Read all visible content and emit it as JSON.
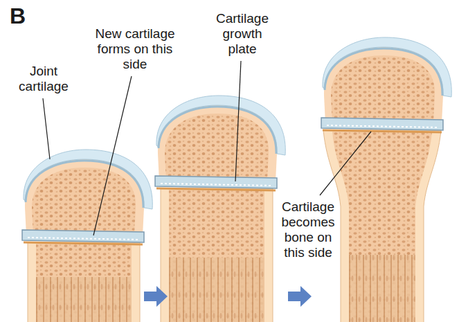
{
  "diagram": {
    "labels": [
      "B",
      "Joint cartilage",
      "New cartilage forms on this side",
      "Cartilage growth plate",
      "Cartilage becomes bone on this side"
    ]
  }
}
